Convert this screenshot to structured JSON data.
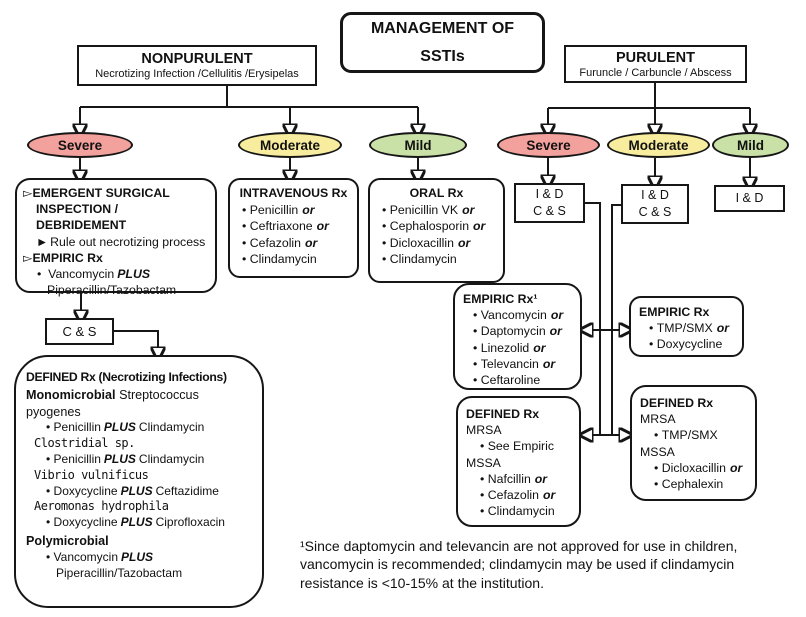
{
  "title_box": {
    "line1": "MANAGEMENT OF",
    "line2": "SSTIs"
  },
  "icons": {
    "section_marker": "▻",
    "pointer_marker": "►"
  },
  "colors": {
    "severe": "#F2A19D",
    "moderate": "#F8ED9E",
    "mild": "#C9E0A6"
  },
  "nonpurulent": {
    "title": "NONPURULENT",
    "subtitle": "Necrotizing Infection /Cellulitis /Erysipelas",
    "severity": {
      "severe": "Severe",
      "moderate": "Moderate",
      "mild": "Mild"
    },
    "severe_box": {
      "heading1": "EMERGENT SURGICAL INSPECTION / DEBRIDEMENT",
      "subline": "Rule out necrotizing process",
      "heading2": "EMPIRIC Rx",
      "drug": {
        "pre": "Vancomycin",
        "plus": "PLUS",
        "post": "Piperacillin/Tazobactam"
      }
    },
    "moderate_box": {
      "title": "INTRAVENOUS Rx",
      "items": [
        {
          "name": "Penicillin",
          "conj": "or"
        },
        {
          "name": "Ceftriaxone",
          "conj": "or"
        },
        {
          "name": "Cefazolin",
          "conj": "or"
        },
        {
          "name": "Clindamycin",
          "conj": ""
        }
      ]
    },
    "mild_box": {
      "title": "ORAL Rx",
      "items": [
        {
          "name": "Penicillin VK",
          "conj": "or"
        },
        {
          "name": "Cephalosporin",
          "conj": "or"
        },
        {
          "name": "Dicloxacillin",
          "conj": "or"
        },
        {
          "name": "Clindamycin",
          "conj": ""
        }
      ]
    },
    "cs_label": "C & S",
    "defined_box": {
      "title": "DEFINED Rx (Necrotizing Infections)",
      "sections": [
        {
          "heading": "Monomicrobial",
          "heading_rest": "Streptococcus pyogenes",
          "drugs": [
            {
              "pre": "Penicillin",
              "plus": "PLUS",
              "post": "Clindamycin"
            }
          ]
        },
        {
          "heading": "Clostridial sp.",
          "drugs": [
            {
              "pre": "Penicillin",
              "plus": "PLUS",
              "post": "Clindamycin"
            }
          ]
        },
        {
          "heading": "Vibrio vulnificus",
          "drugs": [
            {
              "pre": "Doxycycline",
              "plus": "PLUS",
              "post": "Ceftazidime"
            }
          ]
        },
        {
          "heading": "Aeromonas hydrophila",
          "drugs": [
            {
              "pre": "Doxycycline",
              "plus": "PLUS",
              "post": "Ciprofloxacin"
            }
          ]
        },
        {
          "heading": "Polymicrobial",
          "drugs": [
            {
              "pre": "Vancomycin",
              "plus": "PLUS",
              "post": "Piperacillin/Tazobactam"
            }
          ]
        }
      ]
    }
  },
  "purulent": {
    "title": "PURULENT",
    "subtitle": "Furuncle / Carbuncle / Abscess",
    "severity": {
      "severe": "Severe",
      "moderate": "Moderate",
      "mild": "Mild"
    },
    "id_cs_severe": {
      "line1": "I & D",
      "line2": "C & S"
    },
    "id_cs_moderate": {
      "line1": "I & D",
      "line2": "C & S"
    },
    "id_mild": "I & D",
    "empiric_severe": {
      "title": "EMPIRIC Rx¹",
      "items": [
        {
          "name": "Vancomycin",
          "conj": "or"
        },
        {
          "name": "Daptomycin",
          "conj": "or"
        },
        {
          "name": "Linezolid",
          "conj": "or"
        },
        {
          "name": "Televancin",
          "conj": "or"
        },
        {
          "name": "Ceftaroline",
          "conj": ""
        }
      ]
    },
    "defined_severe": {
      "title": "DEFINED Rx",
      "groups": [
        {
          "label": "MRSA",
          "items": [
            {
              "name": "See Empiric",
              "conj": ""
            }
          ]
        },
        {
          "label": "MSSA",
          "items": [
            {
              "name": "Nafcillin",
              "conj": "or"
            },
            {
              "name": "Cefazolin",
              "conj": "or"
            },
            {
              "name": "Clindamycin",
              "conj": ""
            }
          ]
        }
      ]
    },
    "empiric_moderate": {
      "title": "EMPIRIC Rx",
      "items": [
        {
          "name": "TMP/SMX",
          "conj": "or"
        },
        {
          "name": "Doxycycline",
          "conj": ""
        }
      ]
    },
    "defined_moderate": {
      "title": "DEFINED Rx",
      "groups": [
        {
          "label": "MRSA",
          "items": [
            {
              "name": "TMP/SMX",
              "conj": ""
            }
          ]
        },
        {
          "label": "MSSA",
          "items": [
            {
              "name": "Dicloxacillin",
              "conj": "or"
            },
            {
              "name": "Cephalexin",
              "conj": ""
            }
          ]
        }
      ]
    }
  },
  "footnote": "¹Since daptomycin and televancin are not approved for use in children, vancomycin is recommended; clindamycin may be used if clindamycin resistance is <10-15% at the institution."
}
